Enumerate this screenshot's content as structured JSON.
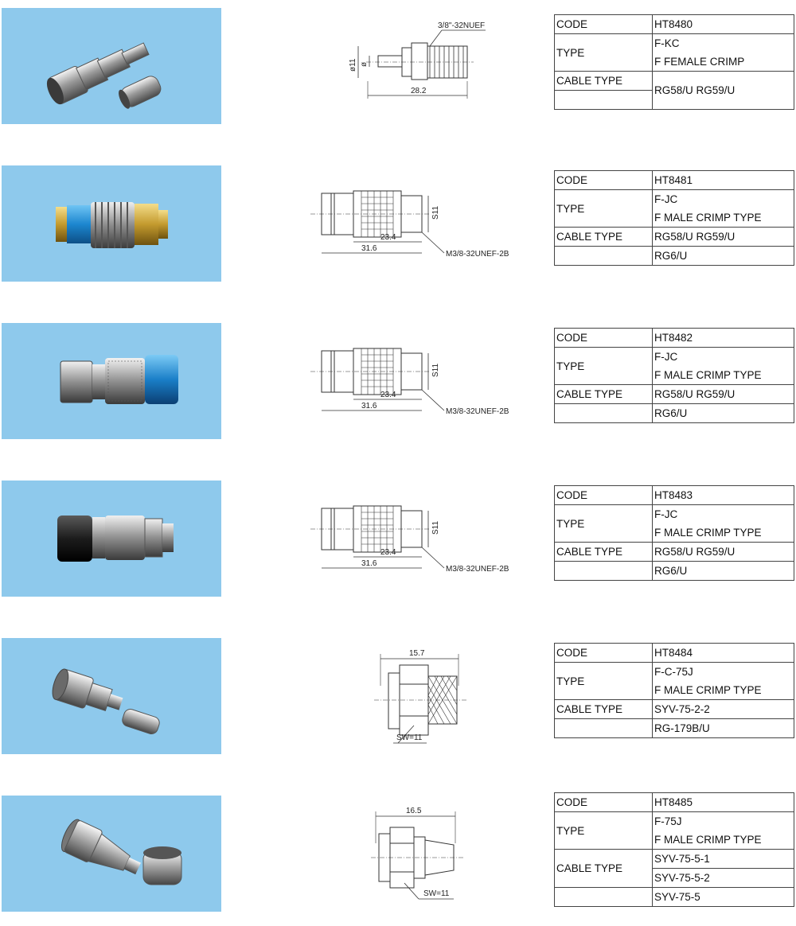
{
  "products": [
    {
      "code_label": "CODE",
      "code": "HT8480",
      "type_label": "TYPE",
      "type_lines": [
        "F-KC",
        "F FEMALE CRIMP"
      ],
      "cable_label": "CABLE TYPE",
      "cable_lines": [
        "RG58/U RG59/U"
      ],
      "dims": {
        "thread": "3/8\"-32NUEF",
        "d1": "ø11",
        "d2": "ø",
        "length": "28.2"
      }
    },
    {
      "code_label": "CODE",
      "code": "HT8481",
      "type_label": "TYPE",
      "type_lines": [
        "F-JC",
        "F MALE CRIMP TYPE"
      ],
      "cable_label": "CABLE TYPE",
      "cable_lines": [
        "RG58/U RG59/U",
        "RG6/U"
      ],
      "dims": {
        "s": "S11",
        "l1": "23.4",
        "l2": "31.6",
        "thread": "M3/8-32UNEF-2B"
      }
    },
    {
      "code_label": "CODE",
      "code": "HT8482",
      "type_label": "TYPE",
      "type_lines": [
        "F-JC",
        "F MALE CRIMP TYPE"
      ],
      "cable_label": "CABLE TYPE",
      "cable_lines": [
        "RG58/U RG59/U",
        "RG6/U"
      ],
      "dims": {
        "s": "S11",
        "l1": "23.4",
        "l2": "31.6",
        "thread": "M3/8-32UNEF-2B"
      }
    },
    {
      "code_label": "CODE",
      "code": "HT8483",
      "type_label": "TYPE",
      "type_lines": [
        "F-JC",
        "F MALE CRIMP TYPE"
      ],
      "cable_label": "CABLE TYPE",
      "cable_lines": [
        "RG58/U RG59/U",
        "RG6/U"
      ],
      "dims": {
        "s": "S11",
        "l1": "23.4",
        "l2": "31.6",
        "thread": "M3/8-32UNEF-2B"
      }
    },
    {
      "code_label": "CODE",
      "code": "HT8484",
      "type_label": "TYPE",
      "type_lines": [
        "F-C-75J",
        "F MALE CRIMP TYPE"
      ],
      "cable_label": "CABLE TYPE",
      "cable_lines": [
        "SYV-75-2-2",
        "RG-179B/U"
      ],
      "dims": {
        "length": "15.7",
        "sw": "SW=11"
      }
    },
    {
      "code_label": "CODE",
      "code": "HT8485",
      "type_label": "TYPE",
      "type_lines": [
        "F-75J",
        "F MALE CRIMP TYPE"
      ],
      "cable_label": "CABLE TYPE",
      "cable_lines": [
        "SYV-75-5-1",
        "SYV-75-5-2",
        "SYV-75-5"
      ],
      "dims": {
        "length": "16.5",
        "sw": "SW=11"
      }
    }
  ],
  "colors": {
    "photo_bg": "#8ec9ec",
    "border": "#444444"
  }
}
